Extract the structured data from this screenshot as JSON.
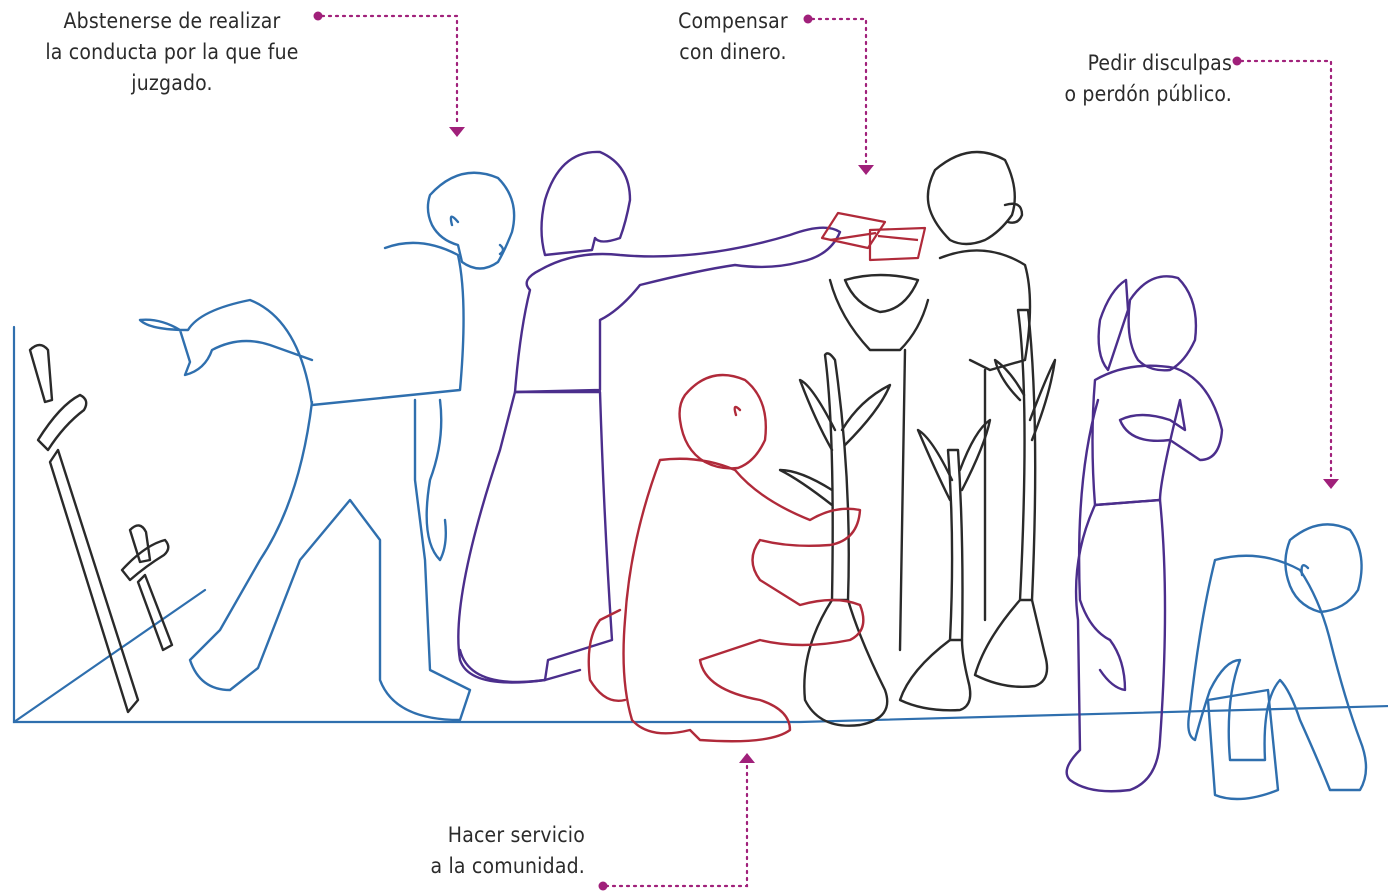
{
  "colors": {
    "connector": "#a0207a",
    "blue": "#2f6fae",
    "violet": "#4b2e8c",
    "red": "#b02a3a",
    "dark": "#2a2a2a"
  },
  "labels": {
    "abstain": {
      "line1": "Abstenerse de realizar",
      "line2": "la conducta por la que fue",
      "line3": "juzgado."
    },
    "compensate": {
      "line1": "Compensar",
      "line2": "con dinero."
    },
    "apologize": {
      "line1": "Pedir disculpas",
      "line2": "o perdón público."
    },
    "community": {
      "line1": "Hacer servicio",
      "line2": "a la comunidad."
    }
  },
  "illustration": {
    "figures": [
      "walking-man",
      "woman-giving-money",
      "woman-with-bowl",
      "kneeling-planter",
      "girl-apologizing",
      "seated-child"
    ],
    "objects": [
      "swords",
      "money-bills",
      "plants",
      "box-seat"
    ]
  }
}
